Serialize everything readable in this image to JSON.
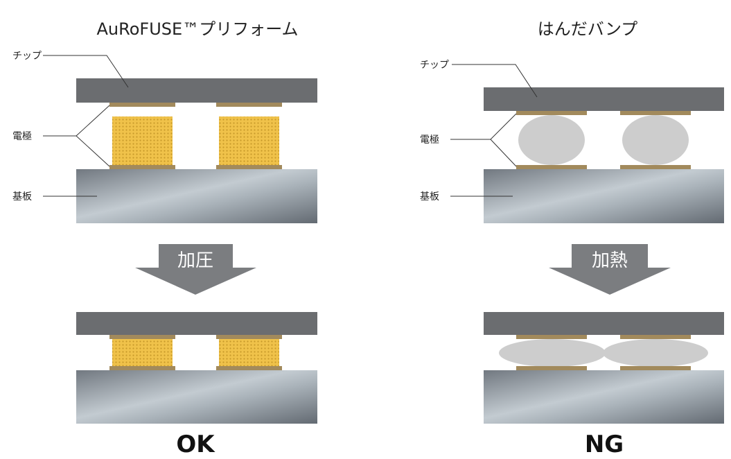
{
  "left": {
    "title": "AuRoFUSE™プリフォーム",
    "labels": {
      "chip": "チップ",
      "electrode": "電極",
      "substrate": "基板"
    },
    "process": "加圧",
    "result": "OK"
  },
  "right": {
    "title": "はんだバンプ",
    "labels": {
      "chip": "チップ",
      "electrode": "電極",
      "substrate": "基板"
    },
    "process": "加熱",
    "result": "NG"
  },
  "colors": {
    "chip": "#6b6d70",
    "pad": "#a28a5c",
    "preform": "#f0c24a",
    "preform_dot": "#c89a2a",
    "solder": "#cdcdcd",
    "arrow": "#7b7d80",
    "substrate_light": "#c3cbd1",
    "substrate_dark": "#6a7179"
  }
}
